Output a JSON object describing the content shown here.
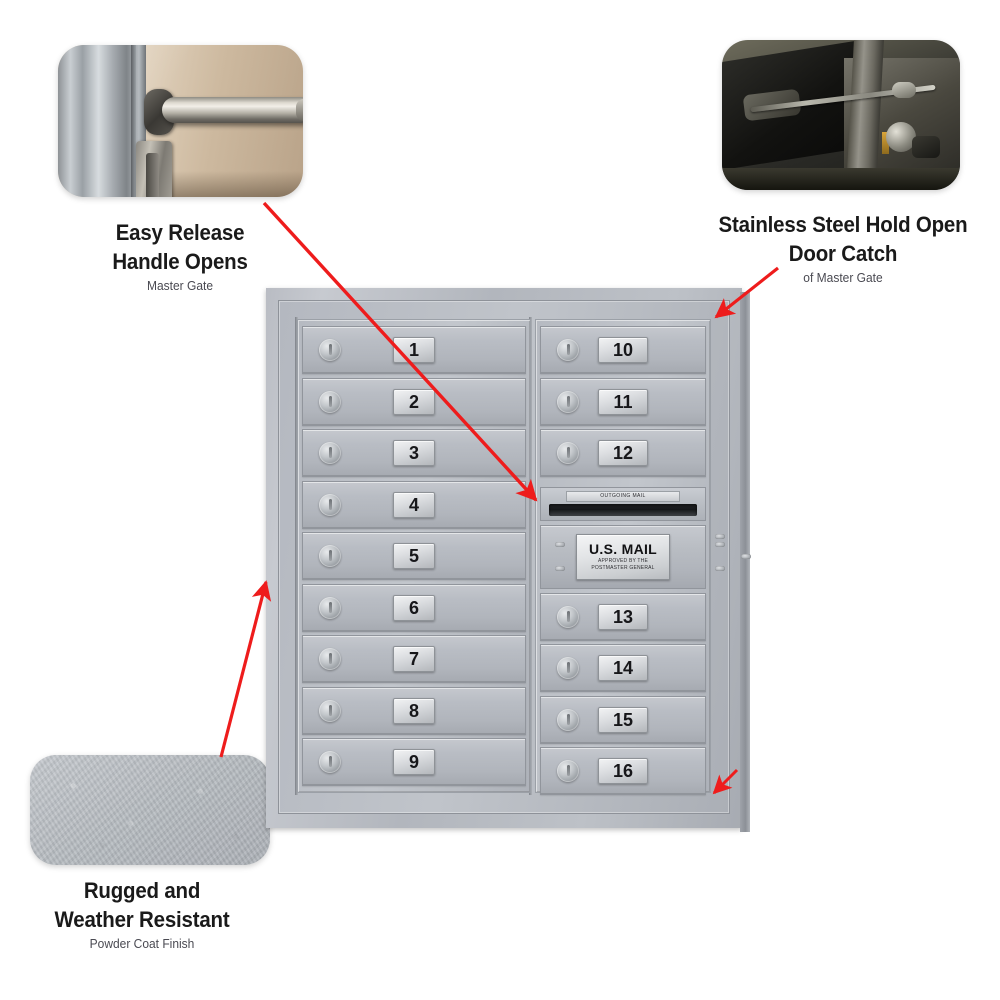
{
  "page": {
    "background": "#ffffff",
    "accent_arrow_color": "#ee1c1c"
  },
  "callouts": [
    {
      "id": "easy-release-handle",
      "title_line1": "Easy Release",
      "title_line2": "Handle Opens",
      "subtitle": "Master Gate",
      "photo_alt": "chrome lever handle on master gate door"
    },
    {
      "id": "hold-open-door-catch",
      "title_line1": "Stainless Steel Hold Open",
      "title_line2": "Door Catch",
      "subtitle": "of Master Gate",
      "photo_alt": "stainless steel hold open rod inside cabinet"
    },
    {
      "id": "powder-coat-finish",
      "title_line1": "Rugged and",
      "title_line2": "Weather Resistant",
      "subtitle": "Powder Coat Finish",
      "photo_alt": "textured gray powder coat swatch",
      "swatch_color": "#b5babf"
    }
  ],
  "mailbox": {
    "body_color": "#b6bac1",
    "left_column_doors": [
      "1",
      "2",
      "3",
      "4",
      "5",
      "6",
      "7",
      "8",
      "9"
    ],
    "right_column_top_doors": [
      "10",
      "11",
      "12"
    ],
    "right_column_bottom_doors": [
      "13",
      "14",
      "15",
      "16"
    ],
    "outgoing_slot_label": "OUTGOING MAIL",
    "usps_placard": {
      "line1": "U.S. MAIL",
      "line2": "APPROVED BY THE",
      "line3": "POSTMASTER GENERAL"
    }
  }
}
